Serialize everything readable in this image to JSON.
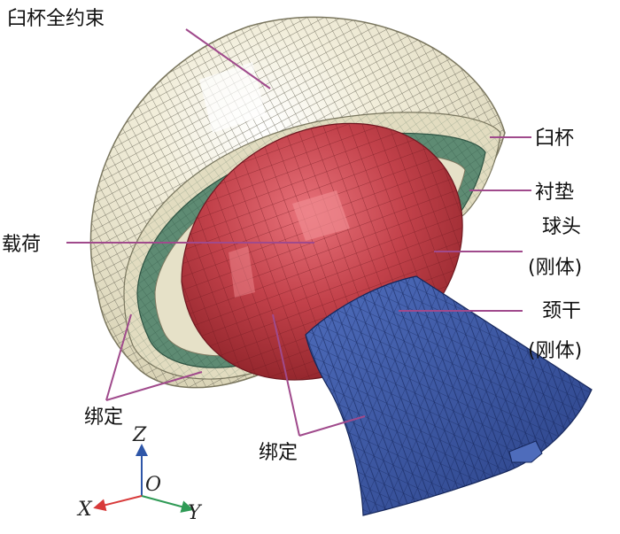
{
  "labels": {
    "cup_constraint": "臼杯全约束",
    "cup": "臼杯",
    "liner": "衬垫",
    "head_line1": "球头",
    "head_line2": "(刚体)",
    "neck_line1": "颈干",
    "neck_line2": "(刚体)",
    "load": "载荷",
    "bond_left": "绑定",
    "bond_bottom": "绑定"
  },
  "axes": {
    "z": "Z",
    "origin": "O",
    "x": "X",
    "y": "Y"
  },
  "colors": {
    "cup": "#ece7cf",
    "cup_mesh": "#6d6a5b",
    "liner": "#5e8b73",
    "head": "#b8353e",
    "neck": "#34509a",
    "leader": "#a04a8c",
    "axis_z": "#2e56a8",
    "axis_x": "#d83a3a",
    "axis_y": "#2f9a55"
  }
}
